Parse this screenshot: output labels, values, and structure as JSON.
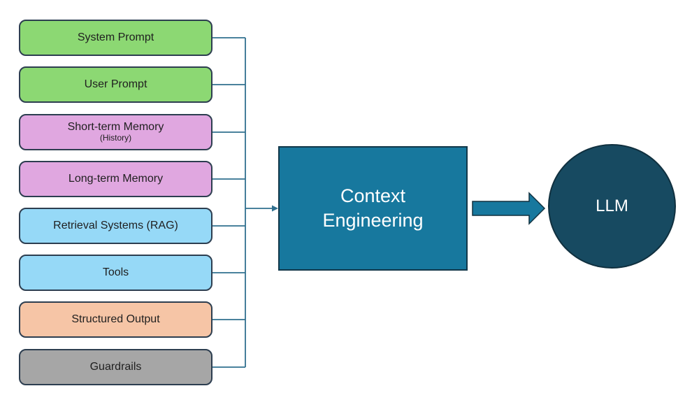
{
  "diagram": {
    "inputs": [
      {
        "label": "System Prompt",
        "color": "#8cd873"
      },
      {
        "label": "User Prompt",
        "color": "#8cd873"
      },
      {
        "label": "Short-term Memory",
        "sublabel": "(History)",
        "color": "#e0a7e0"
      },
      {
        "label": "Long-term Memory",
        "color": "#e0a7e0"
      },
      {
        "label": "Retrieval Systems (RAG)",
        "color": "#96d9f7"
      },
      {
        "label": "Tools",
        "color": "#96d9f7"
      },
      {
        "label": "Structured Output",
        "color": "#f6c5a6"
      },
      {
        "label": "Guardrails",
        "color": "#a6a6a6"
      }
    ],
    "process": {
      "label": "Context Engineering",
      "color": "#17789e",
      "text_color": "#ffffff"
    },
    "output": {
      "label": "LLM",
      "color": "#174a61",
      "text_color": "#ffffff"
    },
    "connector_color": "#31708f",
    "flow_arrow_color": "#17789e",
    "box_border_color": "#2d3e50"
  }
}
